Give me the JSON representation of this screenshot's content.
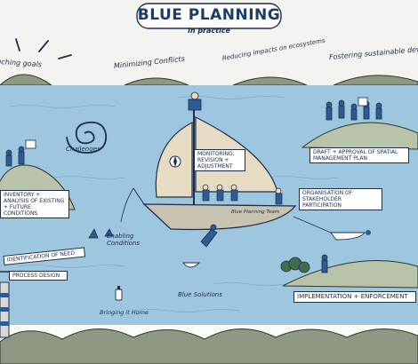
{
  "header": {
    "title": "BLUE PLANNING",
    "subtitle": "in practice"
  },
  "goals": {
    "reaching": "Reaching goals",
    "minimizing": "Minimizing Conflicts",
    "reducing": "Reducing impacts on ecosystems",
    "fostering": "Fostering sustainable development"
  },
  "steps": {
    "challenges": "Challenges",
    "inventory": "INVENTORY + ANALYSIS OF EXISTING + FUTURE CONDITIONS",
    "draft": "DRAFT + APPROVAL OF SPATIAL MANAGEMENT PLAN",
    "monitoring": "MONITORING, REVISION + ADJUSTMENT",
    "organisation": "ORGANISATION OF STAKEHOLDER PARTICIPATION",
    "boat_name": "Blue Planning Team",
    "enabling": "Enabling Conditions",
    "identification": "IDENTIFICATION OF NEED",
    "process_design": "PROCESS DESIGN",
    "blue_solutions": "Blue Solutions",
    "bringing_home": "Bringing it Home",
    "implementation": "IMPLEMENTATION + ENFORCEMENT"
  },
  "colors": {
    "sea": "#9fc6df",
    "sea_dark": "#6d9fc2",
    "sky": "#f3f4ef",
    "land": "#8e9882",
    "island": "#b9c3aa",
    "ink": "#1d2d4a",
    "sail": "#e6dcc4",
    "hull": "#c8c2b1"
  },
  "icons": [
    "sun-rays-icon",
    "spiral-icon",
    "compass-icon",
    "boat-icon",
    "lighthouse-icon",
    "bottle-icon",
    "diver-icon",
    "shark-fin-icon",
    "dinghy-icon",
    "person-icon",
    "tree-icon"
  ]
}
